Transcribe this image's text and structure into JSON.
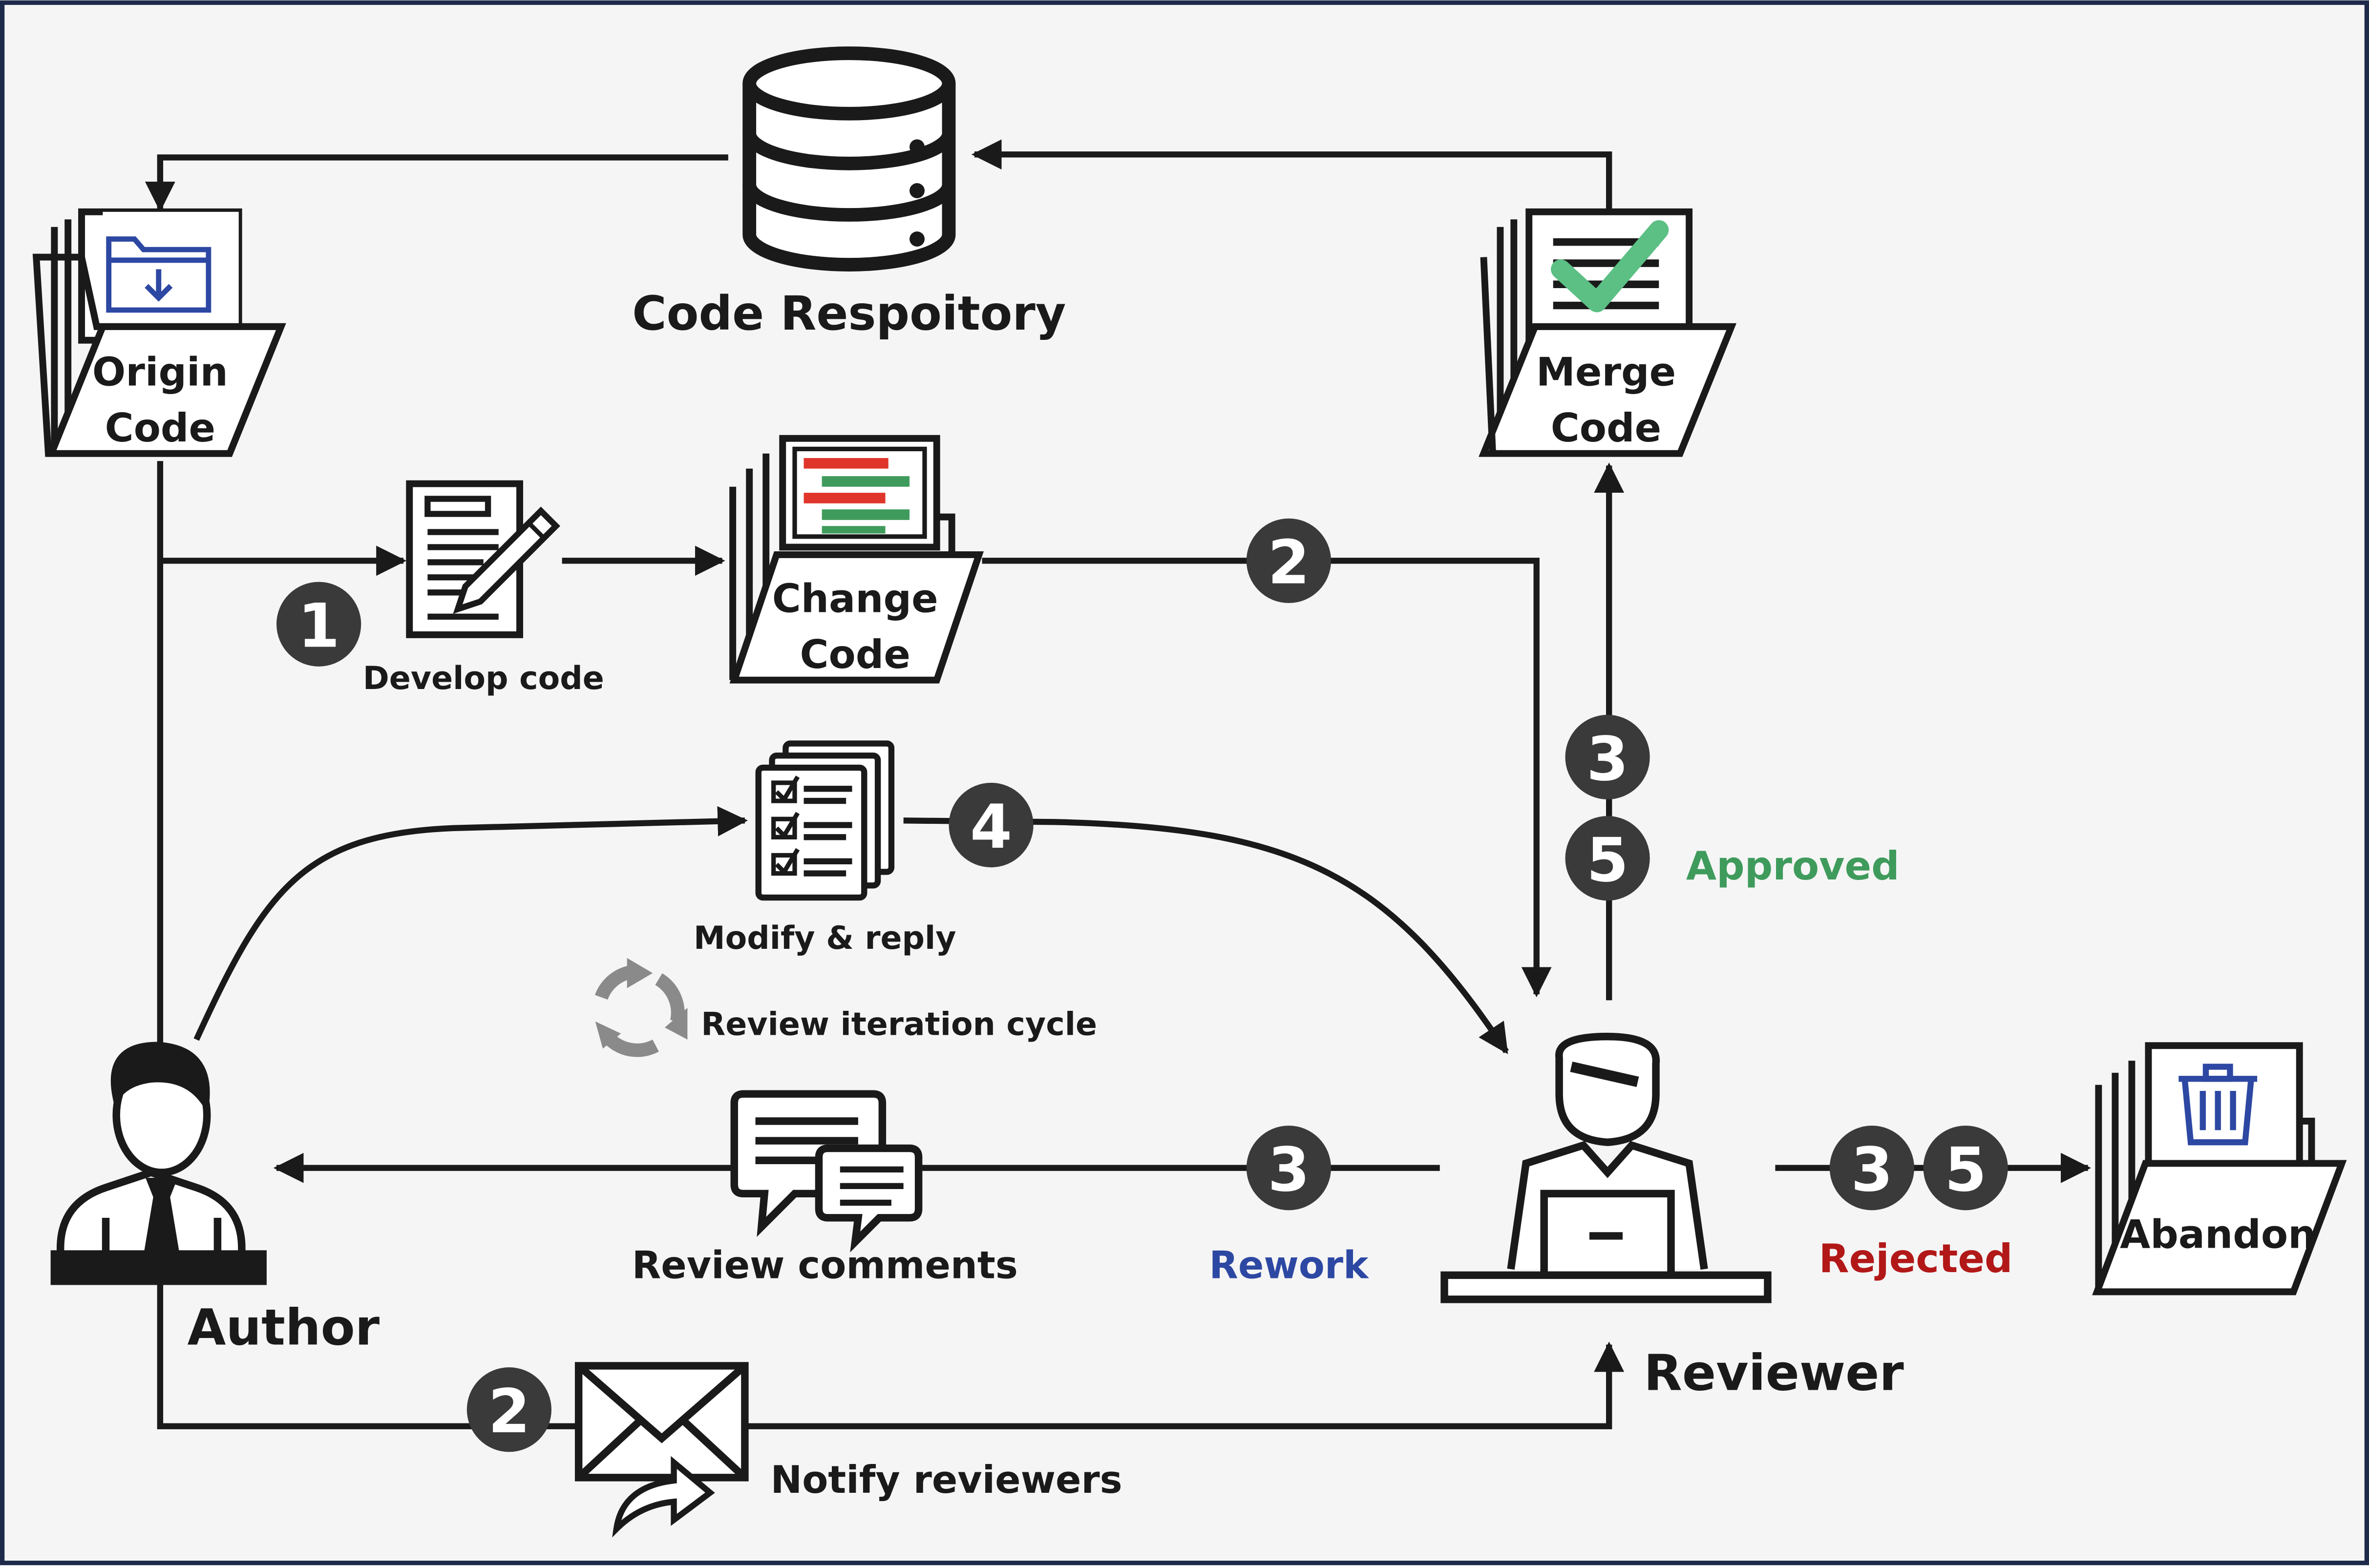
{
  "labels": {
    "repository": "Code Respoitory",
    "origin_line1": "Origin",
    "origin_line2": "Code",
    "merge_line1": "Merge",
    "merge_line2": "Code",
    "change_line1": "Change",
    "change_line2": "Code",
    "develop": "Develop code",
    "modify": "Modify & reply",
    "cycle": "Review iteration cycle",
    "comments": "Review comments",
    "author": "Author",
    "reviewer": "Reviewer",
    "notify": "Notify reviewers",
    "approved": "Approved",
    "rework": "Rework",
    "rejected": "Rejected",
    "abandon": "Abandon"
  },
  "steps": {
    "develop": "1",
    "submit": "2",
    "notify": "2",
    "modify": "4",
    "approve_first": "3",
    "approve_second": "5",
    "rework": "3",
    "reject_first": "3",
    "reject_second": "5"
  },
  "colors": {
    "line": "#1a1a1a",
    "badge": "#3a3a3a",
    "approved": "#3f9b5c",
    "rework": "#2d48a3",
    "rejected": "#b21818",
    "icon_blue": "#2d48a3",
    "diff_red": "#e0352b",
    "diff_green": "#3f9b5c",
    "cycle_grey": "#8a8a8a"
  }
}
